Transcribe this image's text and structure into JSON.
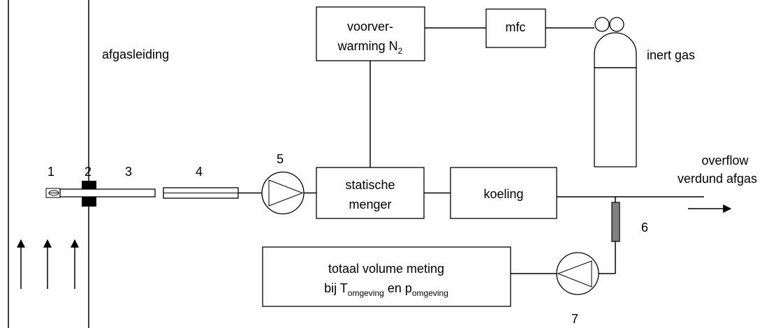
{
  "labels": {
    "duct": "afgasleiding",
    "n1": "1",
    "n2": "2",
    "n3": "3",
    "n4": "4",
    "n5": "5",
    "n6": "6",
    "n7": "7",
    "preheat_line1": "voorver-",
    "preheat_line2": "warming N",
    "preheat_sub": "2",
    "mfc": "mfc",
    "inert_gas": "inert gas",
    "mixer_line1": "statische",
    "mixer_line2": "menger",
    "cooling": "koeling",
    "overflow_line1": "overflow",
    "overflow_line2": "verdund afgas",
    "volume_line1": "totaal volume meting",
    "volume_line2_a": "bij T",
    "volume_line2_sub1": "omgeving",
    "volume_line2_b": " en p",
    "volume_line2_sub2": "omgeving"
  },
  "colors": {
    "stroke": "#000000",
    "filter_fill": "#808080",
    "background": "#ffffff"
  }
}
